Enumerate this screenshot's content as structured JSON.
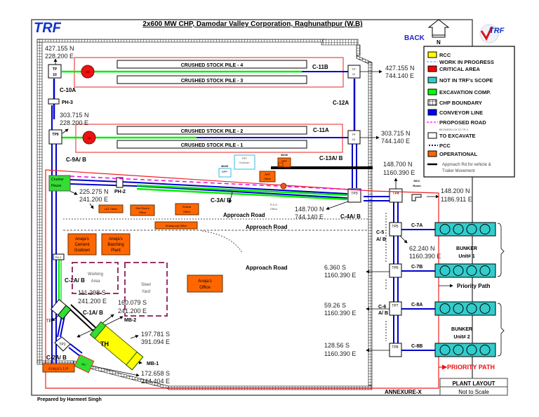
{
  "title": "2x600 MW CHP, Damodar Valley Corporation, Raghunathpur (W.B)",
  "logo_left": "TRF",
  "logo_right": "TRF",
  "back_label": "BACK",
  "north_label": "N",
  "legend": {
    "items": [
      {
        "label": "RCC",
        "swatch": "#ffff00",
        "kind": "box"
      },
      {
        "label": "WORK IN PROGRESS",
        "swatch": "#33ccff",
        "kind": "dash"
      },
      {
        "label": "CRITICAL AREA",
        "swatch": "#ff0000",
        "kind": "box"
      },
      {
        "label": "NOT IN TRF's SCOPE",
        "swatch": "#33cccc",
        "kind": "box"
      },
      {
        "label": "EXCAVATION COMP.",
        "swatch": "#00ff00",
        "kind": "box"
      },
      {
        "label": "CHP BOUNDARY",
        "swatch": "#000000",
        "kind": "hatch"
      },
      {
        "label": "CONVEYOR LINE",
        "swatch": "#0000ff",
        "kind": "box"
      },
      {
        "label": "PROPOSED ROAD",
        "swatch": "#ff00ff",
        "kind": "dash"
      },
      {
        "label": "TO EXCAVATE",
        "swatch": "#ffffff",
        "kind": "box"
      },
      {
        "label": "PCC",
        "swatch": "#000099",
        "kind": "dots"
      },
      {
        "label": "OPERATIONAL",
        "swatch": "#ff6600",
        "kind": "box"
      },
      {
        "label": "Approach Rd.for vehicle &",
        "swatch": "#000000",
        "kind": "thick"
      }
    ],
    "proposed_road_note": "BETWEEN CH TO TP-3",
    "approach_line2": "Trailer Movement"
  },
  "stockpiles": [
    "CRUSHED STOCK PILE - 4",
    "CRUSHED STOCK PILE - 3",
    "CRUSHED STOCK PILE - 2",
    "CRUSHED STOCK PILE - 1"
  ],
  "transfer_points": {
    "tp10": [
      "TP",
      "10"
    ],
    "tp11": [
      "TP",
      "11"
    ],
    "tp9": "TP9",
    "tp12": [
      "TP",
      "12"
    ],
    "tp3": "TP3",
    "tp4": "TP4",
    "tp5": "TP5",
    "tp6": "TP6",
    "tp7": "TP7",
    "tp8": "TP8",
    "tp1": "TP1",
    "tp": "TP"
  },
  "conveyors": {
    "c10a": "C-10A",
    "c11b": "C-11B",
    "c12a": "C-12A",
    "c11a": "C-11A",
    "c9ab": "C-9A/ B",
    "c13ab": "C-13A/ B",
    "c3ab": "C-3A/ B",
    "c4ab": "C-4A/ B",
    "c5": [
      "C-5",
      "A/ B"
    ],
    "c6": [
      "C-6",
      "A/ B"
    ],
    "c7a": "C-7A",
    "c7b": "C-7B",
    "c8a": "C-8A",
    "c8b": "C-8B",
    "c2ab_top": "C-2A/ B",
    "c2ab_bottom": "C-2A/ B",
    "c1ab": "C-1A/ B"
  },
  "coords": {
    "tp10": [
      "427.155 N",
      "228.200 E"
    ],
    "tp11": [
      "427.155 N",
      "744.140 E"
    ],
    "tp9": [
      "303.715 N",
      "228.200 E"
    ],
    "tp12": [
      "303.715 N",
      "744.140 E"
    ],
    "tp4": [
      "148.700  N",
      "1160.390 E"
    ],
    "mcc": [
      "148.200  N",
      "1186.911 E"
    ],
    "crusher": [
      "225.275 N",
      "241.200 E"
    ],
    "tp3": [
      "148.700 N",
      "744.140 E"
    ],
    "tp5": [
      "62.240    N",
      "1160.390 E"
    ],
    "tp6": [
      "6.360     S",
      "1160.390 E"
    ],
    "tp7": [
      "59.26     S",
      "1160.390 E"
    ],
    "tp8": [
      "128.56    S",
      "1160.390 E"
    ],
    "working": [
      "111.298 S",
      "241.200 E"
    ],
    "steel": [
      "160.079 S",
      "241.200 E"
    ],
    "th": [
      "197.781 S",
      "391.094 E"
    ],
    "wt": [
      "172.658 S",
      "244.404 E"
    ]
  },
  "labels": {
    "ph3": "PH-3",
    "ph2": "PH-2",
    "ph1": "PH-1",
    "crusher_house": [
      "Crusher",
      "House"
    ],
    "trf_godown": [
      "TRF",
      "Godown"
    ],
    "spp1": [
      "30/40",
      "SPP"
    ],
    "spp2": [
      "30/40",
      "SPP",
      "30"
    ],
    "spp_office": [
      "SPP",
      "Office"
    ],
    "rke_office": [
      "R.K.E",
      "Office"
    ],
    "mcc_room": [
      "MCC",
      "Room"
    ],
    "approach_road": "Approach Road",
    "lt_office": "L&T Office",
    "shriram_office": [
      "Shri Ram's",
      "Office"
    ],
    "shikha_office": [
      "Shikha",
      "Office"
    ],
    "shahpoorji_office": "Shahpoorji  Office",
    "aneja_cement": [
      "Aneja's",
      "Cement",
      "Godown"
    ],
    "aneja_batching": [
      "Aneja's",
      "Batching",
      "Plant"
    ],
    "aneja_office": [
      "Aneja's",
      "Office"
    ],
    "aneja_lh": "Aneja's LH",
    "working_area": [
      "Working",
      "Area"
    ],
    "steel_yard": [
      "Steel",
      "Yard"
    ],
    "mb1": "MB-1",
    "mb2": "MB-2",
    "th": "TH",
    "wt": "WT",
    "sr": "SR",
    "bunker1": [
      "BUNKER",
      "Unit# 1"
    ],
    "bunker2": [
      "BUNKER",
      "Unit# 2"
    ],
    "priority_path": "Priority Path",
    "priority_path_red": "PRIORITY PATH",
    "annexure": "ANNEXURE-X",
    "plant_layout": "PLANT LAYOUT",
    "not_to_scale": "Not to Scale",
    "prepared_by": "Prepared by Harmeet Singh"
  },
  "colors": {
    "conveyor": "#0000cc",
    "excavated": "#00ee00",
    "critical": "#ee2222",
    "operational": "#ff6600",
    "not_scope": "#33cccc",
    "rcc": "#ffff00",
    "proposed_road": "#ee00ee",
    "back": "#2222cc",
    "priority": "#ee1111",
    "yard": "#993366"
  }
}
